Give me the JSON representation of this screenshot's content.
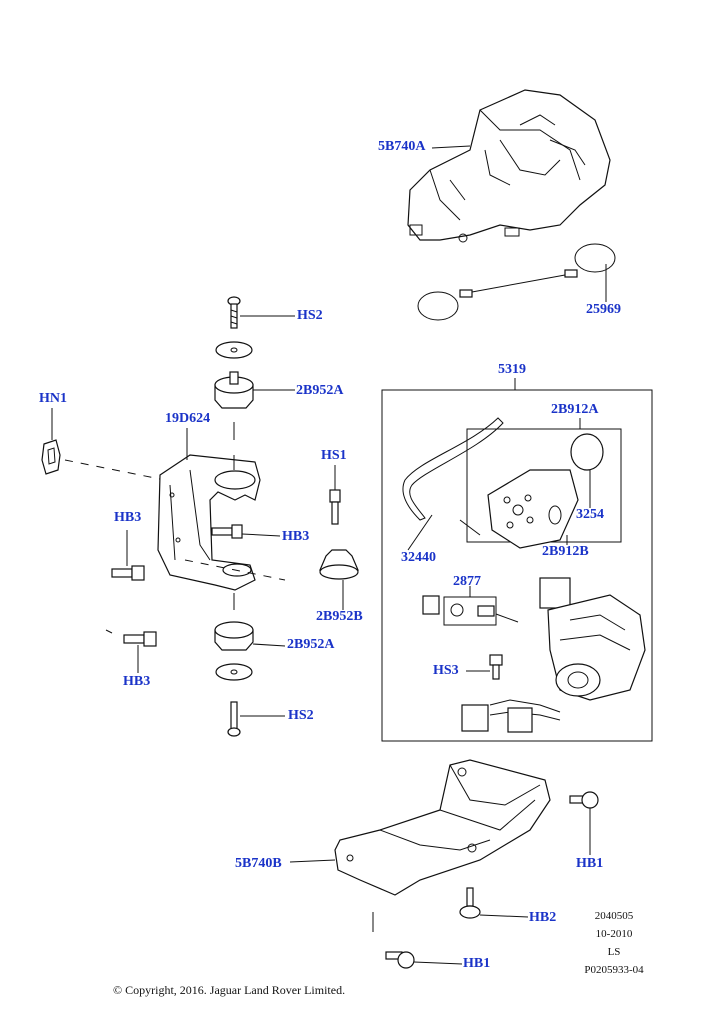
{
  "labels": {
    "l5B740A": "5B740A",
    "l25969": "25969",
    "lHS2a": "HS2",
    "l2B952Aa": "2B952A",
    "lHN1": "HN1",
    "l19D624": "19D624",
    "lHS1": "HS1",
    "lHB3a": "HB3",
    "lHB3b": "HB3",
    "l2B952B": "2B952B",
    "l2B952Ab": "2B952A",
    "lHB3c": "HB3",
    "lHS2b": "HS2",
    "l5319": "5319",
    "l2B912A": "2B912A",
    "l3254": "3254",
    "l2B912B": "2B912B",
    "l32440": "32440",
    "l2877": "2877",
    "lHS3": "HS3",
    "l5B740B": "5B740B",
    "lHB1a": "HB1",
    "lHB2": "HB2",
    "lHB1b": "HB1"
  },
  "meta": {
    "line1": "2040505",
    "line2": "10-2010",
    "line3": "LS",
    "line4": "P0205933-04"
  },
  "copyright": "© Copyright, 2016. Jaguar Land Rover Limited."
}
